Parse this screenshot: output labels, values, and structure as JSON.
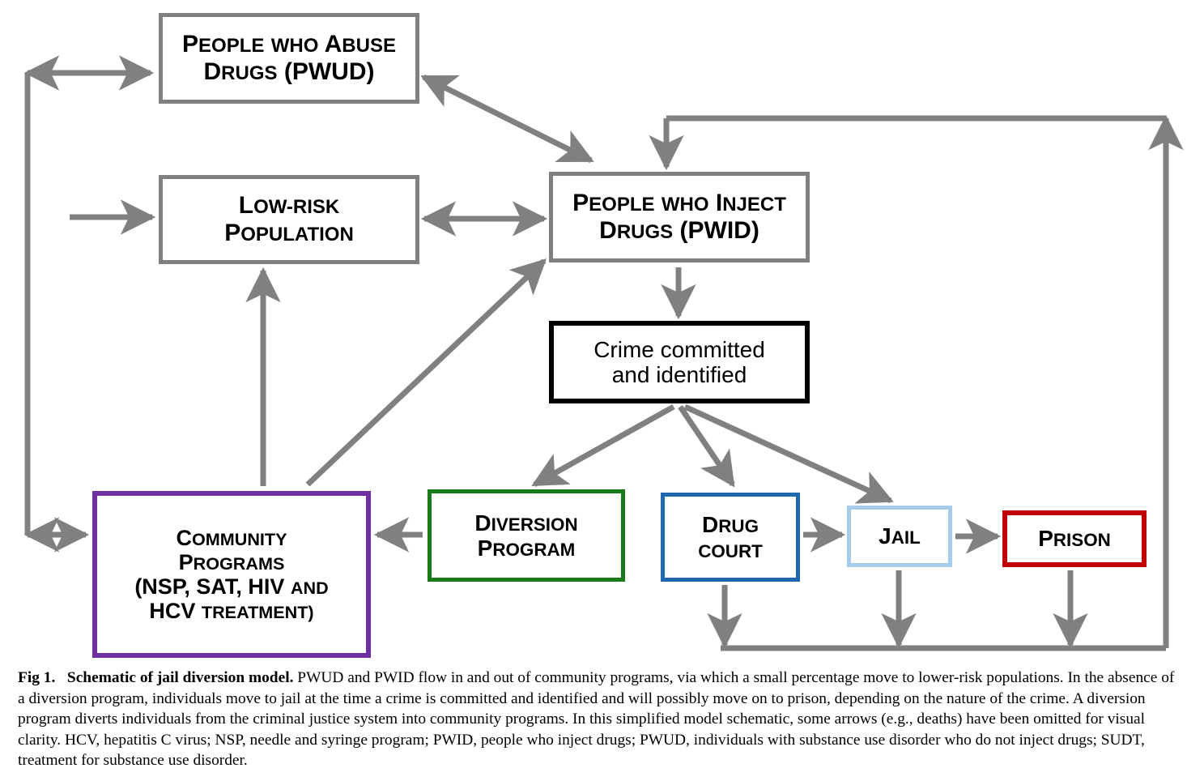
{
  "figure": {
    "nodes": [
      {
        "id": "pwud",
        "name": "people-who-abuse-drugs",
        "lines": [
          "People who Abuse",
          "Drugs (PWUD)"
        ],
        "border_color": "#808080",
        "style": "small-caps"
      },
      {
        "id": "lowrisk",
        "name": "low-risk-population",
        "lines": [
          "Low-risk",
          "Population"
        ],
        "border_color": "#808080",
        "style": "small-caps"
      },
      {
        "id": "pwid",
        "name": "people-who-inject-drugs",
        "lines": [
          "People who Inject",
          "Drugs (PWID)"
        ],
        "border_color": "#808080",
        "style": "small-caps"
      },
      {
        "id": "crime",
        "name": "crime-committed",
        "lines": [
          "Crime committed",
          "and identified"
        ],
        "border_color": "#000000",
        "style": "normal"
      },
      {
        "id": "community",
        "name": "community-programs",
        "lines": [
          "Community",
          "Programs",
          "(NSP, SAT, HIV and",
          "HCV treatment)"
        ],
        "border_color": "#7030A0",
        "style": "small-caps"
      },
      {
        "id": "diversion",
        "name": "diversion-program",
        "lines": [
          "Diversion",
          "Program"
        ],
        "border_color": "#1A7A1A",
        "style": "small-caps"
      },
      {
        "id": "drugcourt",
        "name": "drug-court",
        "lines": [
          "Drug",
          "court"
        ],
        "border_color": "#1F68B0",
        "style": "small-caps"
      },
      {
        "id": "jail",
        "name": "jail",
        "lines": [
          "Jail"
        ],
        "border_color": "#A5CCEA",
        "style": "small-caps"
      },
      {
        "id": "prison",
        "name": "prison",
        "lines": [
          "Prison"
        ],
        "border_color": "#C00000",
        "style": "small-caps"
      }
    ],
    "arrow_color": "#808080",
    "edges": [
      {
        "from": "external-left",
        "to": "pwud",
        "type": "bidirectional"
      },
      {
        "from": "external-left",
        "to": "lowrisk",
        "type": "unidirectional"
      },
      {
        "from": "external-left",
        "to": "community",
        "type": "bidirectional"
      },
      {
        "from": "pwud",
        "to": "pwid",
        "type": "bidirectional"
      },
      {
        "from": "lowrisk",
        "to": "pwid",
        "type": "bidirectional"
      },
      {
        "from": "pwid",
        "to": "crime",
        "type": "unidirectional"
      },
      {
        "from": "community",
        "to": "lowrisk",
        "type": "unidirectional"
      },
      {
        "from": "community",
        "to": "pwid",
        "type": "unidirectional"
      },
      {
        "from": "crime",
        "to": "diversion",
        "type": "unidirectional"
      },
      {
        "from": "crime",
        "to": "drugcourt",
        "type": "unidirectional"
      },
      {
        "from": "crime",
        "to": "jail",
        "type": "unidirectional"
      },
      {
        "from": "diversion",
        "to": "community",
        "type": "unidirectional"
      },
      {
        "from": "drugcourt",
        "to": "jail",
        "type": "unidirectional"
      },
      {
        "from": "jail",
        "to": "prison",
        "type": "unidirectional"
      },
      {
        "from": "drugcourt",
        "to": "return-loop",
        "type": "unidirectional"
      },
      {
        "from": "jail",
        "to": "return-loop",
        "type": "unidirectional"
      },
      {
        "from": "prison",
        "to": "return-loop",
        "type": "unidirectional"
      },
      {
        "from": "return-loop",
        "to": "pwid",
        "type": "bidirectional"
      }
    ]
  },
  "caption": {
    "label": "Fig 1.",
    "title": "Schematic of jail diversion model.",
    "body": "PWUD and PWID flow in and out of community programs, via which a small percentage move to lower-risk populations. In the absence of a diversion program, individuals move to jail at the time a crime is committed and identified and will possibly move on to prison, depending on the nature of the crime. A diversion program diverts individuals from the criminal justice system into community programs. In this simplified model schematic, some arrows (e.g., deaths) have been omitted for visual clarity. HCV, hepatitis C virus; NSP, needle and syringe program; PWID, people who inject drugs; PWUD, individuals with substance use disorder who do not inject drugs; SUDT, treatment for substance use disorder."
  }
}
